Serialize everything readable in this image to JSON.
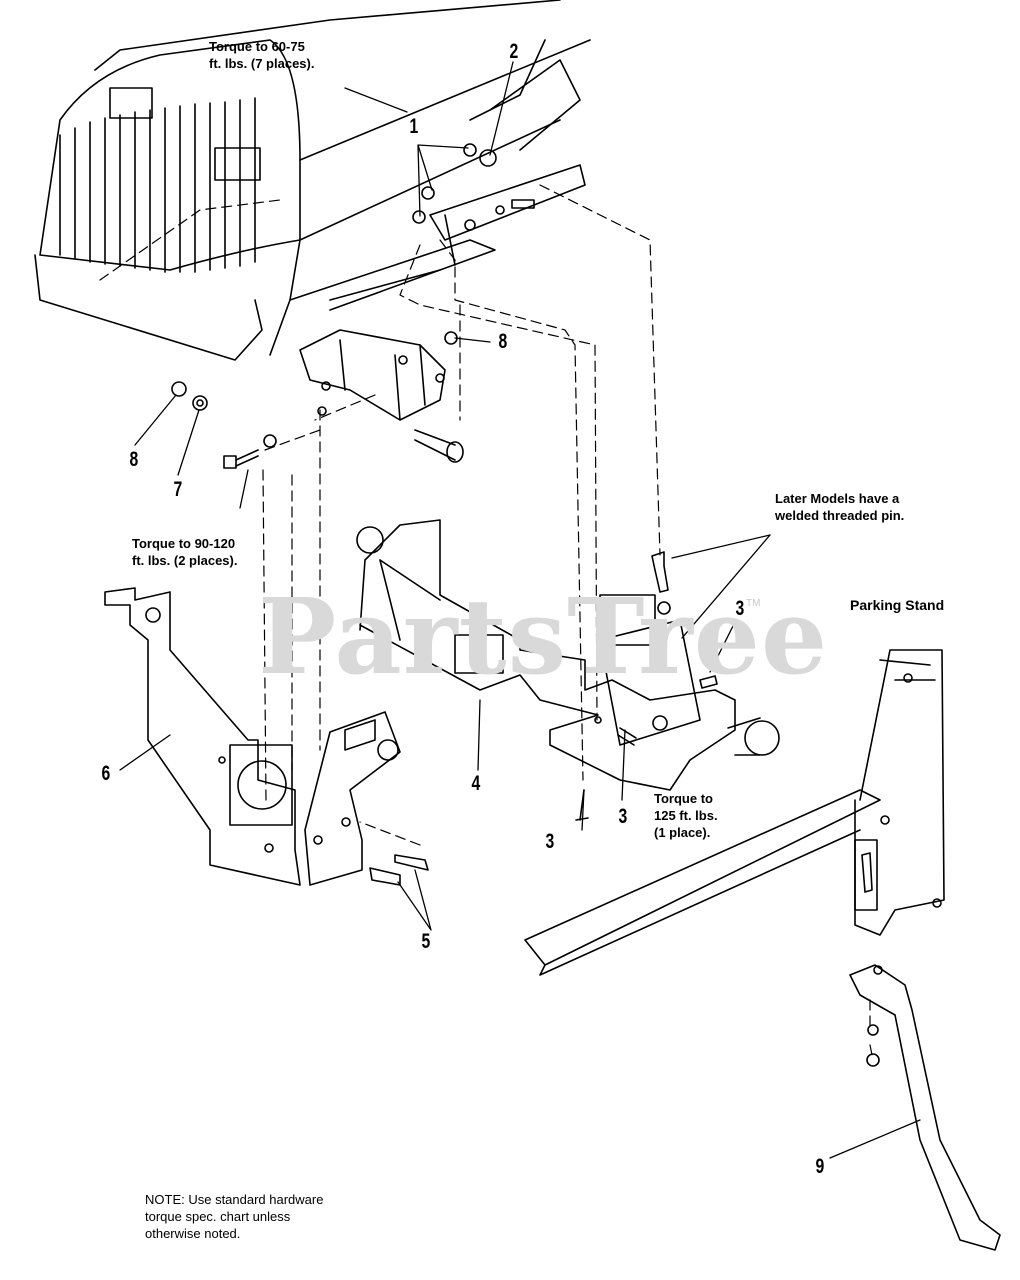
{
  "watermark": {
    "text": "PartsTree",
    "trademark": "TM"
  },
  "notes": {
    "torque_60_75": "Torque to 60-75\nft. lbs. (7 places).",
    "torque_90_120": "Torque to 90-120\nft. lbs. (2 places).",
    "later_models": "Later Models have a\nwelded  threaded pin.",
    "torque_125": "Torque to\n125 ft. lbs.\n(1 place).",
    "standard_hardware": "NOTE: Use standard hardware\ntorque spec. chart unless\notherwise noted."
  },
  "titles": {
    "parking_stand": "Parking Stand"
  },
  "callouts": {
    "c1": "1",
    "c2": "2",
    "c3a": "3",
    "c3b": "3",
    "c3c": "3",
    "c4": "4",
    "c5": "5",
    "c6": "6",
    "c7": "7",
    "c8a": "8",
    "c8b": "8",
    "c9": "9"
  },
  "colors": {
    "line": "#000000",
    "watermark": "#d9d9d9",
    "background": "#ffffff"
  }
}
